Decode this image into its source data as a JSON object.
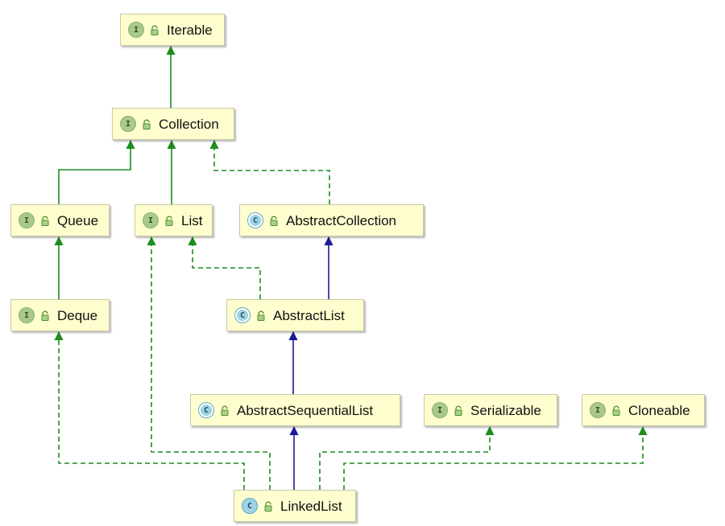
{
  "nodes": [
    {
      "id": "iterable",
      "name": "Iterable",
      "kind": "I"
    },
    {
      "id": "collection",
      "name": "Collection",
      "kind": "I"
    },
    {
      "id": "queue",
      "name": "Queue",
      "kind": "I"
    },
    {
      "id": "list",
      "name": "List",
      "kind": "I"
    },
    {
      "id": "abstractcollection",
      "name": "AbstractCollection",
      "kind": "C",
      "abstract": true
    },
    {
      "id": "deque",
      "name": "Deque",
      "kind": "I"
    },
    {
      "id": "abstractlist",
      "name": "AbstractList",
      "kind": "C",
      "abstract": true
    },
    {
      "id": "abstractsequentiallist",
      "name": "AbstractSequentialList",
      "kind": "C",
      "abstract": true
    },
    {
      "id": "serializable",
      "name": "Serializable",
      "kind": "I"
    },
    {
      "id": "cloneable",
      "name": "Cloneable",
      "kind": "I"
    },
    {
      "id": "linkedlist",
      "name": "LinkedList",
      "kind": "C",
      "abstract": false
    }
  ],
  "edges": [
    {
      "from": "collection",
      "to": "iterable",
      "type": "extends"
    },
    {
      "from": "queue",
      "to": "collection",
      "type": "extends"
    },
    {
      "from": "list",
      "to": "collection",
      "type": "extends"
    },
    {
      "from": "abstractcollection",
      "to": "collection",
      "type": "implements"
    },
    {
      "from": "deque",
      "to": "queue",
      "type": "extends"
    },
    {
      "from": "abstractlist",
      "to": "list",
      "type": "implements"
    },
    {
      "from": "abstractlist",
      "to": "abstractcollection",
      "type": "class-extends"
    },
    {
      "from": "abstractsequentiallist",
      "to": "abstractlist",
      "type": "class-extends"
    },
    {
      "from": "linkedlist",
      "to": "abstractsequentiallist",
      "type": "class-extends"
    },
    {
      "from": "linkedlist",
      "to": "deque",
      "type": "implements"
    },
    {
      "from": "linkedlist",
      "to": "list",
      "type": "implements"
    },
    {
      "from": "linkedlist",
      "to": "serializable",
      "type": "implements"
    },
    {
      "from": "linkedlist",
      "to": "cloneable",
      "type": "implements"
    }
  ],
  "colors": {
    "interface_edge": "#1e8c1e",
    "class_edge": "#1a1a99",
    "node_fill": "#fefecf",
    "node_border": "#c9c9a4"
  }
}
